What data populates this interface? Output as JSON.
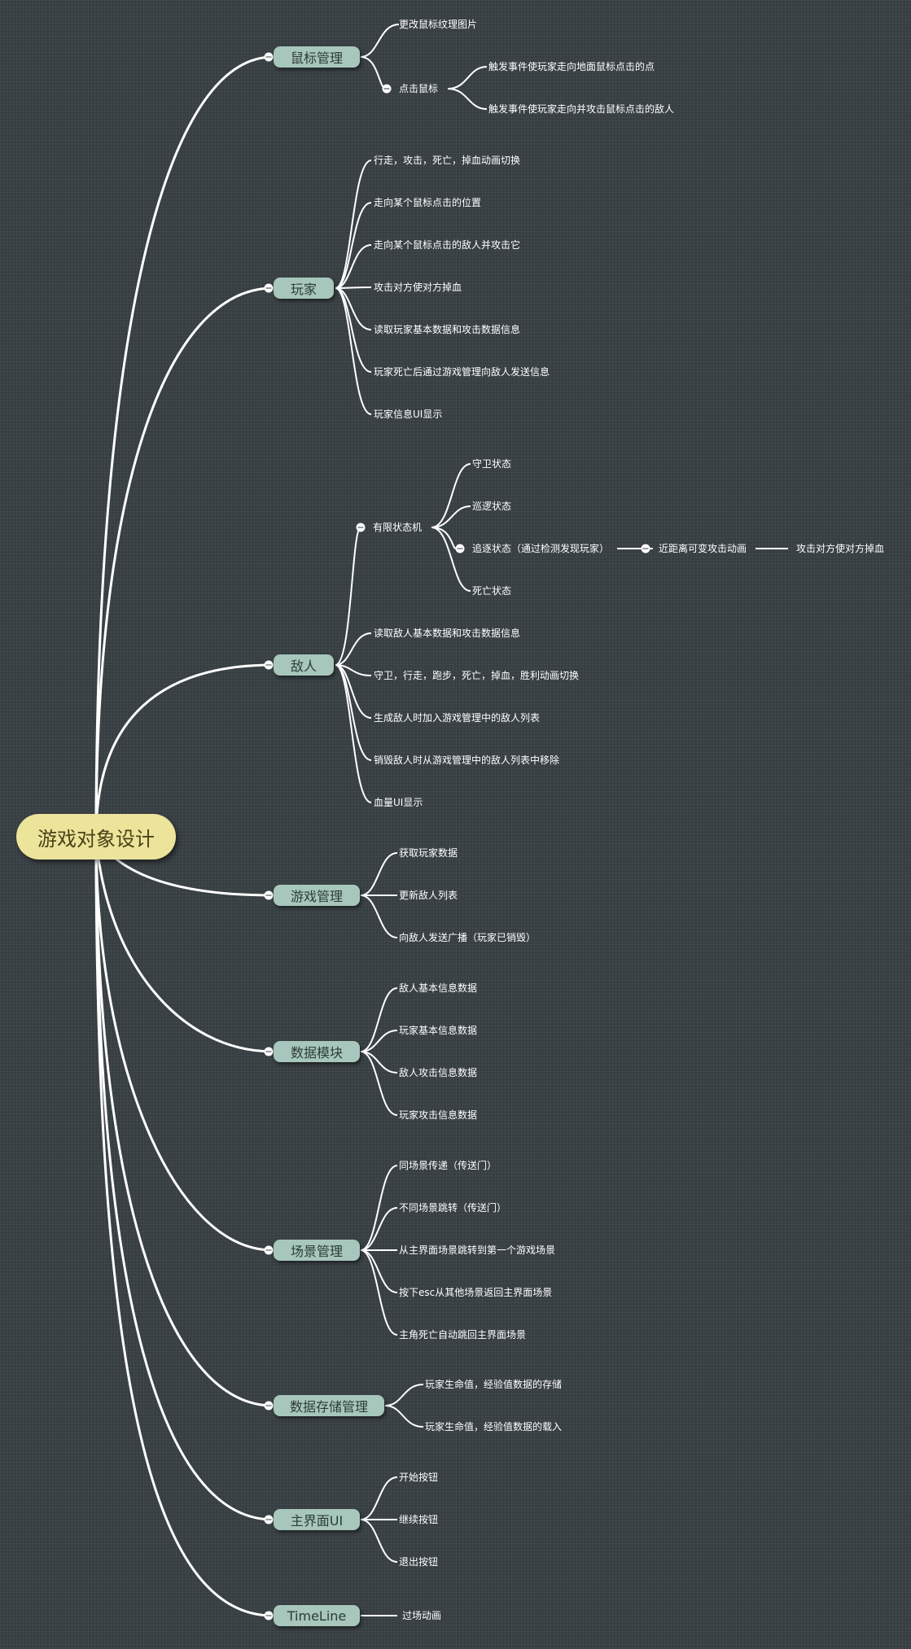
{
  "root": "游戏对象设计",
  "branches": {
    "mouse": {
      "label": "鼠标管理",
      "leaf1": "更改鼠标纹理图片",
      "click": {
        "label": "点击鼠标",
        "leaf1": "触发事件使玩家走向地面鼠标点击的点",
        "leaf2": "触发事件使玩家走向并攻击鼠标点击的敌人"
      }
    },
    "player": {
      "label": "玩家",
      "items": [
        "行走，攻击，死亡，掉血动画切换",
        "走向某个鼠标点击的位置",
        "走向某个鼠标点击的敌人并攻击它",
        "攻击对方使对方掉血",
        "读取玩家基本数据和攻击数据信息",
        "玩家死亡后通过游戏管理向敌人发送信息",
        "玩家信息UI显示"
      ]
    },
    "enemy": {
      "label": "敌人",
      "fsm": {
        "label": "有限状态机",
        "guard": "守卫状态",
        "patrol": "巡逻状态",
        "chase": "追逐状态（通过检测发现玩家）",
        "near": "近距离可变攻击动画",
        "attack": "攻击对方使对方掉血",
        "dead": "死亡状态"
      },
      "items": [
        "读取敌人基本数据和攻击数据信息",
        "守卫，行走，跑步，死亡，掉血，胜利动画切换",
        "生成敌人时加入游戏管理中的敌人列表",
        "销毁敌人时从游戏管理中的敌人列表中移除",
        "血量UI显示"
      ]
    },
    "game": {
      "label": "游戏管理",
      "items": [
        "获取玩家数据",
        "更新敌人列表",
        "向敌人发送广播（玩家已销毁）"
      ]
    },
    "datamod": {
      "label": "数据模块",
      "items": [
        "敌人基本信息数据",
        "玩家基本信息数据",
        "敌人攻击信息数据",
        "玩家攻击信息数据"
      ]
    },
    "scene": {
      "label": "场景管理",
      "items": [
        "同场景传递（传送门）",
        "不同场景跳转（传送门）",
        "从主界面场景跳转到第一个游戏场景",
        "按下esc从其他场景返回主界面场景",
        "主角死亡自动跳回主界面场景"
      ]
    },
    "storage": {
      "label": "数据存储管理",
      "items": [
        "玩家生命值，经验值数据的存储",
        "玩家生命值，经验值数据的载入"
      ]
    },
    "mainui": {
      "label": "主界面UI",
      "items": [
        "开始按钮",
        "继续按钮",
        "退出按钮"
      ]
    },
    "timeline": {
      "label": "TimeLine",
      "items": [
        "过场动画"
      ]
    }
  }
}
